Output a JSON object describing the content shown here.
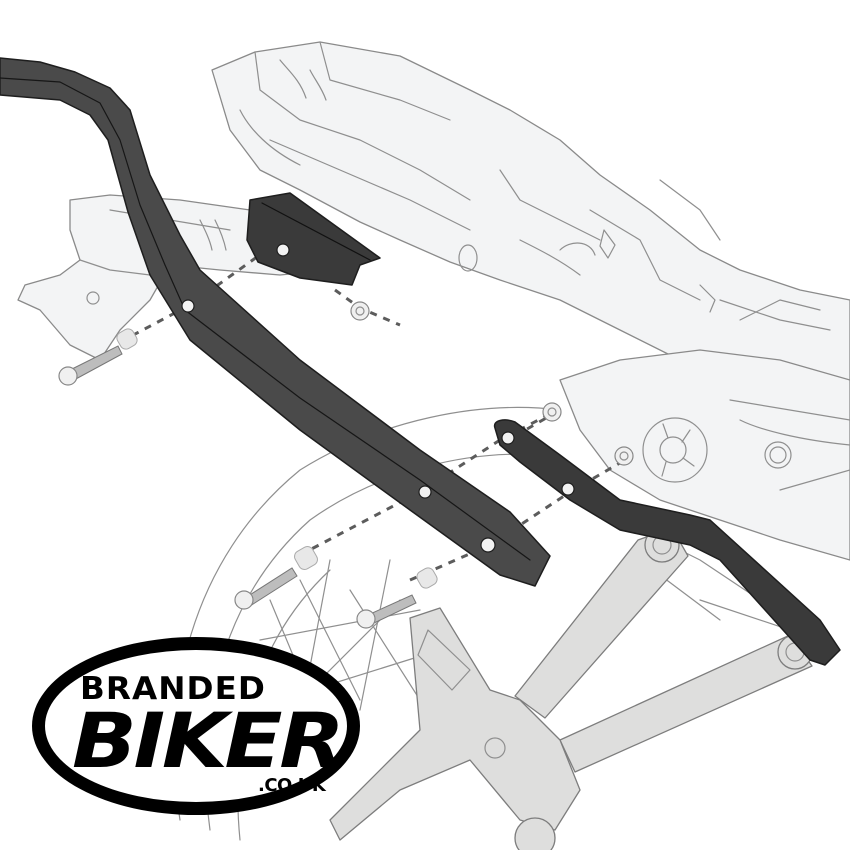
{
  "illustration": {
    "type": "exploded assembly diagram",
    "subject": "motorcycle side pannier frame mounting kit",
    "colors": {
      "background": "#ffffff",
      "motorcycle_outline_fill": "#f3f4f5",
      "motorcycle_outline_stroke": "#8a8a8a",
      "kit_part_dark": "#3a3a3a",
      "kit_bar": "#4a4a4a",
      "footpeg_bracket": "#dededd",
      "dashed_guide": "#5c5c5c"
    },
    "parts": [
      {
        "name": "pannier side frame bar",
        "color": "dark grey"
      },
      {
        "name": "upper mounting plate",
        "color": "black"
      },
      {
        "name": "lower rear bracket",
        "color": "black"
      },
      {
        "name": "bolts",
        "count": 3
      },
      {
        "name": "spacers",
        "count": 3
      },
      {
        "name": "flange nuts",
        "count": 3
      }
    ]
  },
  "logo": {
    "line1": "BRANDED",
    "line2": "BIKER",
    "line3": ".CO.UK",
    "colors": {
      "ink": "#000000",
      "fill": "#ffffff"
    }
  }
}
